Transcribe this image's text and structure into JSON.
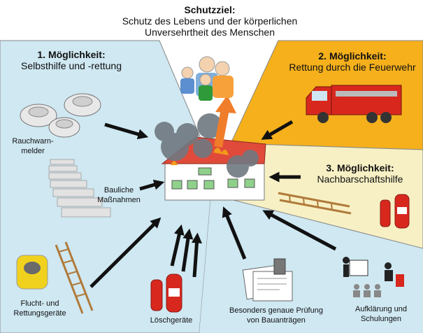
{
  "goal": {
    "heading": "Schutzziel:",
    "line1": "Schutz des Lebens und der körperlichen",
    "line2": "Unversehrtheit des Menschen"
  },
  "option1": {
    "heading": "1. Möglichkeit:",
    "text": "Selbsthilfe und -rettung"
  },
  "option2": {
    "heading": "2. Möglichkeit:",
    "text": "Rettung durch die Feuerwehr"
  },
  "option3": {
    "heading": "3. Möglichkeit:",
    "text": "Nachbarschaftshilfe"
  },
  "labels": {
    "smoke_detector_1": "Rauchwarn-",
    "smoke_detector_2": "melder",
    "structural_1": "Bauliche",
    "structural_2": "Maßnahmen",
    "escape_1": "Flucht- und",
    "escape_2": "Rettungsgeräte",
    "extinguishers": "Löschgeräte",
    "review_1": "Besonders genaue Prüfung",
    "review_2": "von Bauanträgen",
    "education_1": "Aufklärung und",
    "education_2": "Schulungen"
  },
  "colors": {
    "zone1": "#cfe8f2",
    "zone2": "#f5b01c",
    "zone3": "#f7f0c4",
    "arrow": "#111111",
    "fire_truck": "#d8281e",
    "house_roof": "#e04a3a",
    "smoke": "#6f7880",
    "escape_arrow": "#f07d2a"
  }
}
